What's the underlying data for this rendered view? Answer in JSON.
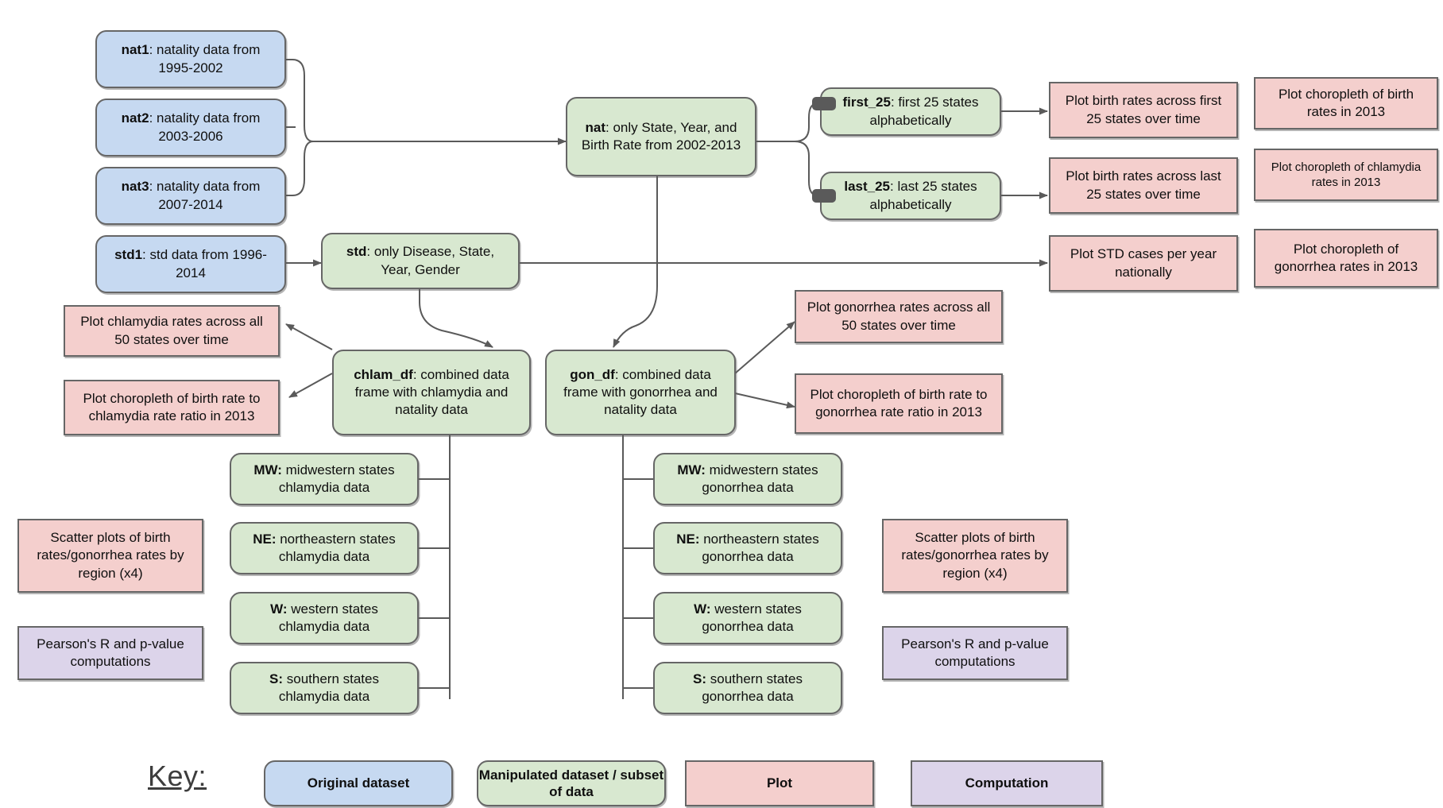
{
  "diagram": {
    "title": "Data pipeline flowchart",
    "colors": {
      "original_dataset": "#c6d9f1",
      "manipulated_dataset": "#d8e8d0",
      "plot": "#f4cfcd",
      "computation": "#dcd4ea",
      "border": "#666666",
      "edge": "#5a5a5a"
    }
  },
  "nodes": {
    "nat1": {
      "name": "nat1",
      "desc": ": natality data from 1995-2002",
      "type": "original"
    },
    "nat2": {
      "name": "nat2",
      "desc": ": natality data from 2003-2006",
      "type": "original"
    },
    "nat3": {
      "name": "nat3",
      "desc": ": natality data from 2007-2014",
      "type": "original"
    },
    "std1": {
      "name": "std1",
      "desc": ": std data from 1996-2014",
      "type": "original"
    },
    "nat": {
      "name": "nat",
      "desc": ": only State, Year, and Birth Rate from 2002-2013",
      "type": "manipulated"
    },
    "std": {
      "name": "std",
      "desc": ": only Disease, State, Year, Gender",
      "type": "manipulated"
    },
    "first_25": {
      "name": "first_25",
      "desc": ": first 25 states alphabetically",
      "type": "manipulated"
    },
    "last_25": {
      "name": "last_25",
      "desc": ": last 25 states alphabetically",
      "type": "manipulated"
    },
    "chlam_df": {
      "name": "chlam_df",
      "desc": ": combined data frame with chlamydia and natality data",
      "type": "manipulated"
    },
    "gon_df": {
      "name": "gon_df",
      "desc": ": combined data frame with gonorrhea and natality data",
      "type": "manipulated"
    },
    "chlam_mw": {
      "name": "MW:",
      "desc": " midwestern states chlamydia data",
      "type": "manipulated"
    },
    "chlam_ne": {
      "name": "NE:",
      "desc": " northeastern states chlamydia data",
      "type": "manipulated"
    },
    "chlam_w": {
      "name": "W:",
      "desc": " western states chlamydia data",
      "type": "manipulated"
    },
    "chlam_s": {
      "name": "S:",
      "desc": " southern states chlamydia data",
      "type": "manipulated"
    },
    "gon_mw": {
      "name": "MW:",
      "desc": " midwestern states gonorrhea data",
      "type": "manipulated"
    },
    "gon_ne": {
      "name": "NE:",
      "desc": " northeastern states gonorrhea data",
      "type": "manipulated"
    },
    "gon_w": {
      "name": "W:",
      "desc": " western states gonorrhea data",
      "type": "manipulated"
    },
    "gon_s": {
      "name": "S:",
      "desc": " southern states gonorrhea data",
      "type": "manipulated"
    }
  },
  "plots": {
    "birth_first25": "Plot birth rates across first 25 states over time",
    "birth_last25": "Plot birth rates across last 25 states over time",
    "std_cases": "Plot STD cases per year nationally",
    "choro_birth": "Plot choropleth of birth rates in 2013",
    "choro_chlamydia": "Plot choropleth of chlamydia rates in 2013",
    "choro_gonorrhea": "Plot choropleth of gonorrhea rates in 2013",
    "chlamydia_all50": "Plot chlamydia rates across all 50 states over time",
    "choro_birth_to_chlamydia": "Plot choropleth of birth rate to chlamydia rate ratio in 2013",
    "gonorrhea_all50": "Plot gonorrhea rates across all 50 states over time",
    "choro_birth_to_gonorrhea": "Plot choropleth of birth rate to gonorrhea rate ratio in 2013",
    "scatter_left": "Scatter plots of birth rates/gonorrhea rates by region (x4)",
    "scatter_right": "Scatter plots of birth rates/gonorrhea rates by region (x4)"
  },
  "computations": {
    "pearson_left": "Pearson's R and p-value computations",
    "pearson_right": "Pearson's R and p-value computations"
  },
  "legend": {
    "title": "Key:",
    "items": [
      {
        "label": "Original dataset",
        "type": "original"
      },
      {
        "label": "Manipulated dataset / subset of data",
        "type": "manipulated"
      },
      {
        "label": "Plot",
        "type": "plot"
      },
      {
        "label": "Computation",
        "type": "computation"
      }
    ]
  }
}
